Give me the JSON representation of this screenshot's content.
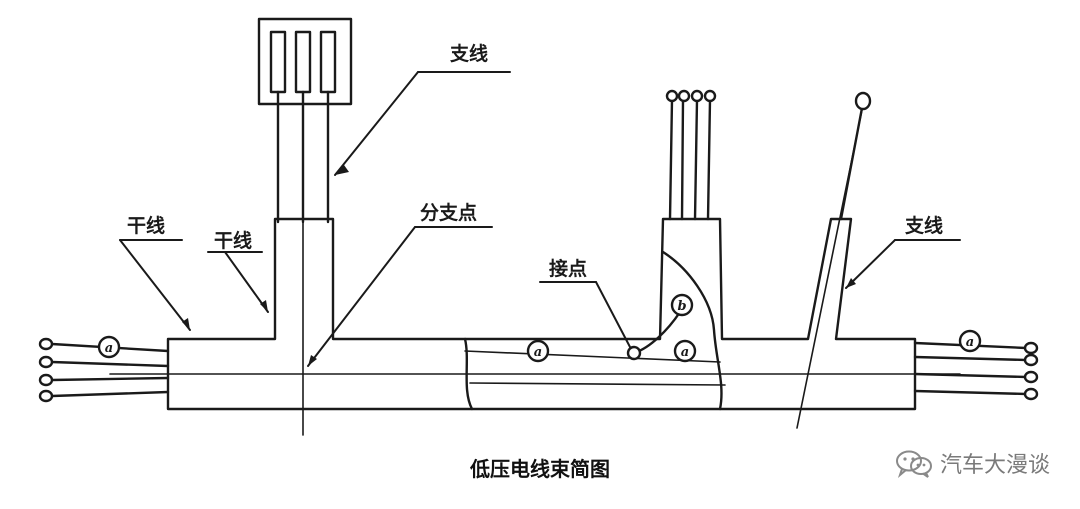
{
  "diagram": {
    "labels": {
      "branch_top": "支线",
      "trunk_left_1": "干线",
      "trunk_left_2": "干线",
      "branch_point": "分支点",
      "splice_point": "接点",
      "branch_right": "支线"
    },
    "connector_marks": {
      "left": "a",
      "main_left": "a",
      "main_right": "a",
      "branch": "b",
      "right": "a"
    }
  },
  "caption": "低压电线束简图",
  "watermark": {
    "text": "汽车大漫谈",
    "icon": "wechat-icon"
  },
  "colors": {
    "line": "#1a1a1a",
    "background": "#ffffff",
    "watermark": "#7a7a7a"
  }
}
